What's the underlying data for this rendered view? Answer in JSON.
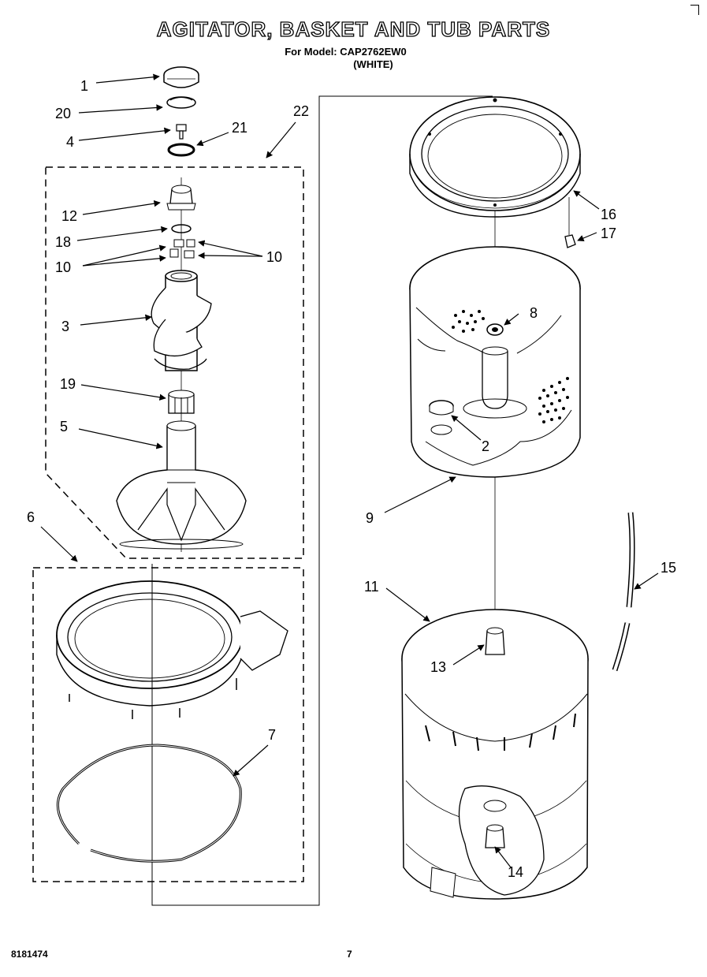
{
  "header": {
    "title": "AGITATOR, BASKET AND TUB PARTS",
    "model": "For Model: CAP2762EW0",
    "color": "(WHITE)"
  },
  "footer": {
    "code": "8181474",
    "page": "7"
  },
  "labels": [
    "1",
    "20",
    "4",
    "21",
    "22",
    "12",
    "18",
    "10",
    "10",
    "3",
    "19",
    "5",
    "6",
    "7",
    "16",
    "17",
    "8",
    "2",
    "9",
    "11",
    "13",
    "15",
    "14"
  ]
}
